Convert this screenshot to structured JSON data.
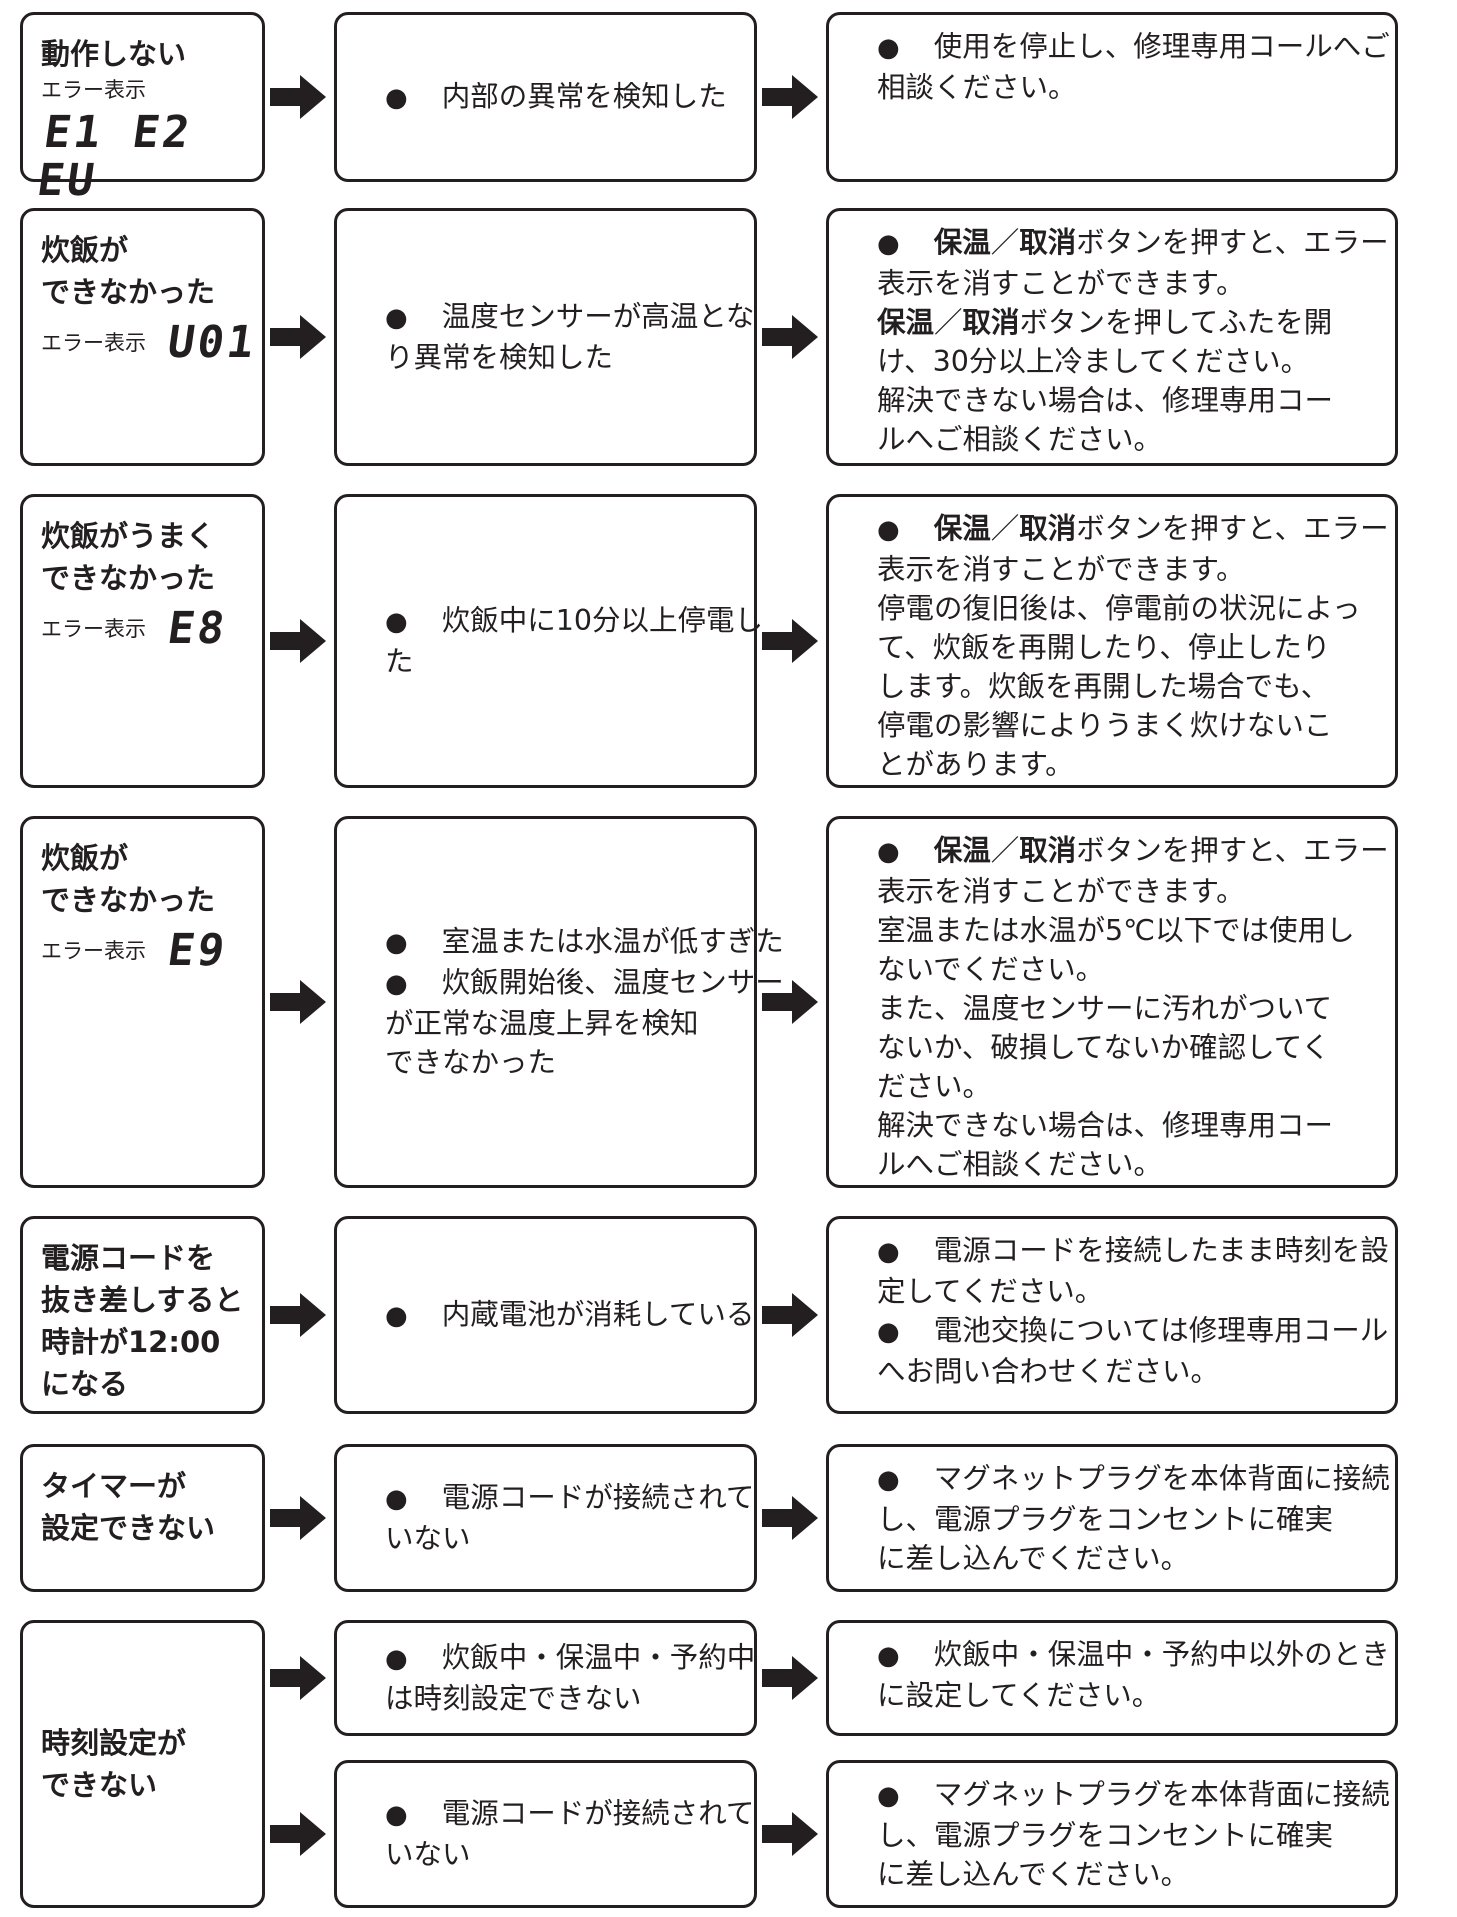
{
  "colors": {
    "ink": "#231f20",
    "background": "#ffffff"
  },
  "rows": [
    {
      "symptom": "動作しない",
      "error_label": "エラー表示",
      "error_code": "E1 E2 EU",
      "causes": [
        {
          "bullet": "●",
          "lines": [
            "内部の異常を検知した"
          ]
        }
      ],
      "remedy": [
        {
          "bullet": "●",
          "text": "使用を停止し、修理専用コールへご"
        },
        {
          "text": "相談ください。"
        }
      ]
    },
    {
      "symptom": "炊飯が\nできなかった",
      "error_label": "エラー表示",
      "error_code": "U01",
      "causes": [
        {
          "bullet": "●",
          "lines": [
            "温度センサーが高温とな",
            "り異常を検知した"
          ]
        }
      ],
      "remedy": [
        {
          "bullet": "●",
          "bold1": "保温",
          "sep": "／",
          "bold2": "取消",
          "text": "ボタンを押すと、エラー"
        },
        {
          "text": "表示を消すことができます。"
        },
        {
          "bold1": "保温",
          "sep": "／",
          "bold2": "取消",
          "text": "ボタンを押してふたを開"
        },
        {
          "text": "け、30分以上冷ましてください。"
        },
        {
          "text": "解決できない場合は、修理専用コー"
        },
        {
          "text": "ルへご相談ください。"
        }
      ]
    },
    {
      "symptom": "炊飯がうまく\nできなかった",
      "error_label": "エラー表示",
      "error_code": "E8",
      "causes": [
        {
          "bullet": "●",
          "lines": [
            "炊飯中に10分以上停電し",
            "た"
          ]
        }
      ],
      "remedy": [
        {
          "bullet": "●",
          "bold1": "保温",
          "sep": "／",
          "bold2": "取消",
          "text": "ボタンを押すと、エラー"
        },
        {
          "text": "表示を消すことができます。"
        },
        {
          "text": "停電の復旧後は、停電前の状況によっ"
        },
        {
          "text": "て、炊飯を再開したり、停止したり"
        },
        {
          "text": "します。炊飯を再開した場合でも、"
        },
        {
          "text": "停電の影響によりうまく炊けないこ"
        },
        {
          "text": "とがあります。"
        }
      ]
    },
    {
      "symptom": "炊飯が\nできなかった",
      "error_label": "エラー表示",
      "error_code": "E9",
      "causes": [
        {
          "bullet": "●",
          "lines": [
            "室温または水温が低すぎた"
          ]
        },
        {
          "bullet": "●",
          "lines": [
            "炊飯開始後、温度センサー",
            "が正常な温度上昇を検知",
            "できなかった"
          ]
        }
      ],
      "remedy": [
        {
          "bullet": "●",
          "bold1": "保温",
          "sep": "／",
          "bold2": "取消",
          "text": "ボタンを押すと、エラー"
        },
        {
          "text": "表示を消すことができます。"
        },
        {
          "text": "室温または水温が5℃以下では使用し"
        },
        {
          "text": "ないでください。"
        },
        {
          "text": "また、温度センサーに汚れがついて"
        },
        {
          "text": "ないか、破損してないか確認してく"
        },
        {
          "text": "ださい。"
        },
        {
          "text": "解決できない場合は、修理専用コー"
        },
        {
          "text": "ルへご相談ください。"
        }
      ]
    },
    {
      "symptom": "電源コードを\n抜き差しすると\n時計が12:00\nになる",
      "causes": [
        {
          "bullet": "●",
          "lines": [
            "内蔵電池が消耗している"
          ]
        }
      ],
      "remedy": [
        {
          "bullet": "●",
          "text": "電源コードを接続したまま時刻を設"
        },
        {
          "text": "定してください。"
        },
        {
          "bullet": "●",
          "text": "電池交換については修理専用コール"
        },
        {
          "text": "へお問い合わせください。"
        }
      ]
    },
    {
      "symptom": "タイマーが\n設定できない",
      "causes": [
        {
          "bullet": "●",
          "lines": [
            "電源コードが接続されて",
            "いない"
          ]
        }
      ],
      "remedy": [
        {
          "bullet": "●",
          "text": "マグネットプラグを本体背面に接続"
        },
        {
          "text": "し、電源プラグをコンセントに確実"
        },
        {
          "text": "に差し込んでください。"
        }
      ]
    },
    {
      "symptom": "時刻設定が\nできない",
      "sub": [
        {
          "causes": [
            {
              "bullet": "●",
              "lines": [
                "炊飯中・保温中・予約中",
                "は時刻設定できない"
              ]
            }
          ],
          "remedy": [
            {
              "bullet": "●",
              "text": "炊飯中・保温中・予約中以外のとき"
            },
            {
              "text": "に設定してください。"
            }
          ]
        },
        {
          "causes": [
            {
              "bullet": "●",
              "lines": [
                "電源コードが接続されて",
                "いない"
              ]
            }
          ],
          "remedy": [
            {
              "bullet": "●",
              "text": "マグネットプラグを本体背面に接続"
            },
            {
              "text": "し、電源プラグをコンセントに確実"
            },
            {
              "text": "に差し込んでください。"
            }
          ]
        }
      ]
    }
  ]
}
